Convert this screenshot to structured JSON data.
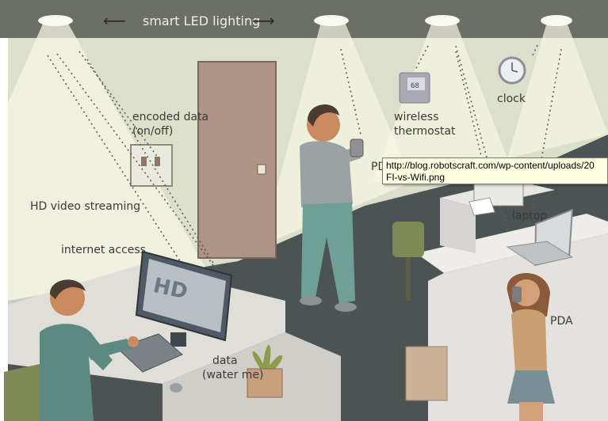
{
  "header": {
    "title": "smart LED lighting",
    "arrow_left": "⟵",
    "arrow_right": "⟶"
  },
  "labels": {
    "encoded_data": "encoded data",
    "on_off": "(on/off)",
    "hd_video": "HD video streaming",
    "internet": "internet access",
    "data": "data",
    "water_me": "(water me)",
    "wireless": "wireless",
    "thermostat": "thermostat",
    "clock": "clock",
    "laptop": "laptop",
    "pda_right": "PDA",
    "pda_partial": "PD",
    "hd_screen": "HD",
    "thermostat_display": "68"
  },
  "tooltip": {
    "line1": "http://blog.robotscraft.com/wp-content/uploads/20",
    "line2": "FI-vs-Wifi.png"
  },
  "colors": {
    "ceiling": "#6c6f65",
    "wall": "#dcdfc9",
    "floor": "#4b5453",
    "desk": "#dedcd9",
    "light": "#f6f6e3",
    "skin": "#c98a60",
    "shirt_green": "#5a8a80",
    "shirt_grey": "#9aa2a4",
    "pants_teal": "#6fa096"
  }
}
